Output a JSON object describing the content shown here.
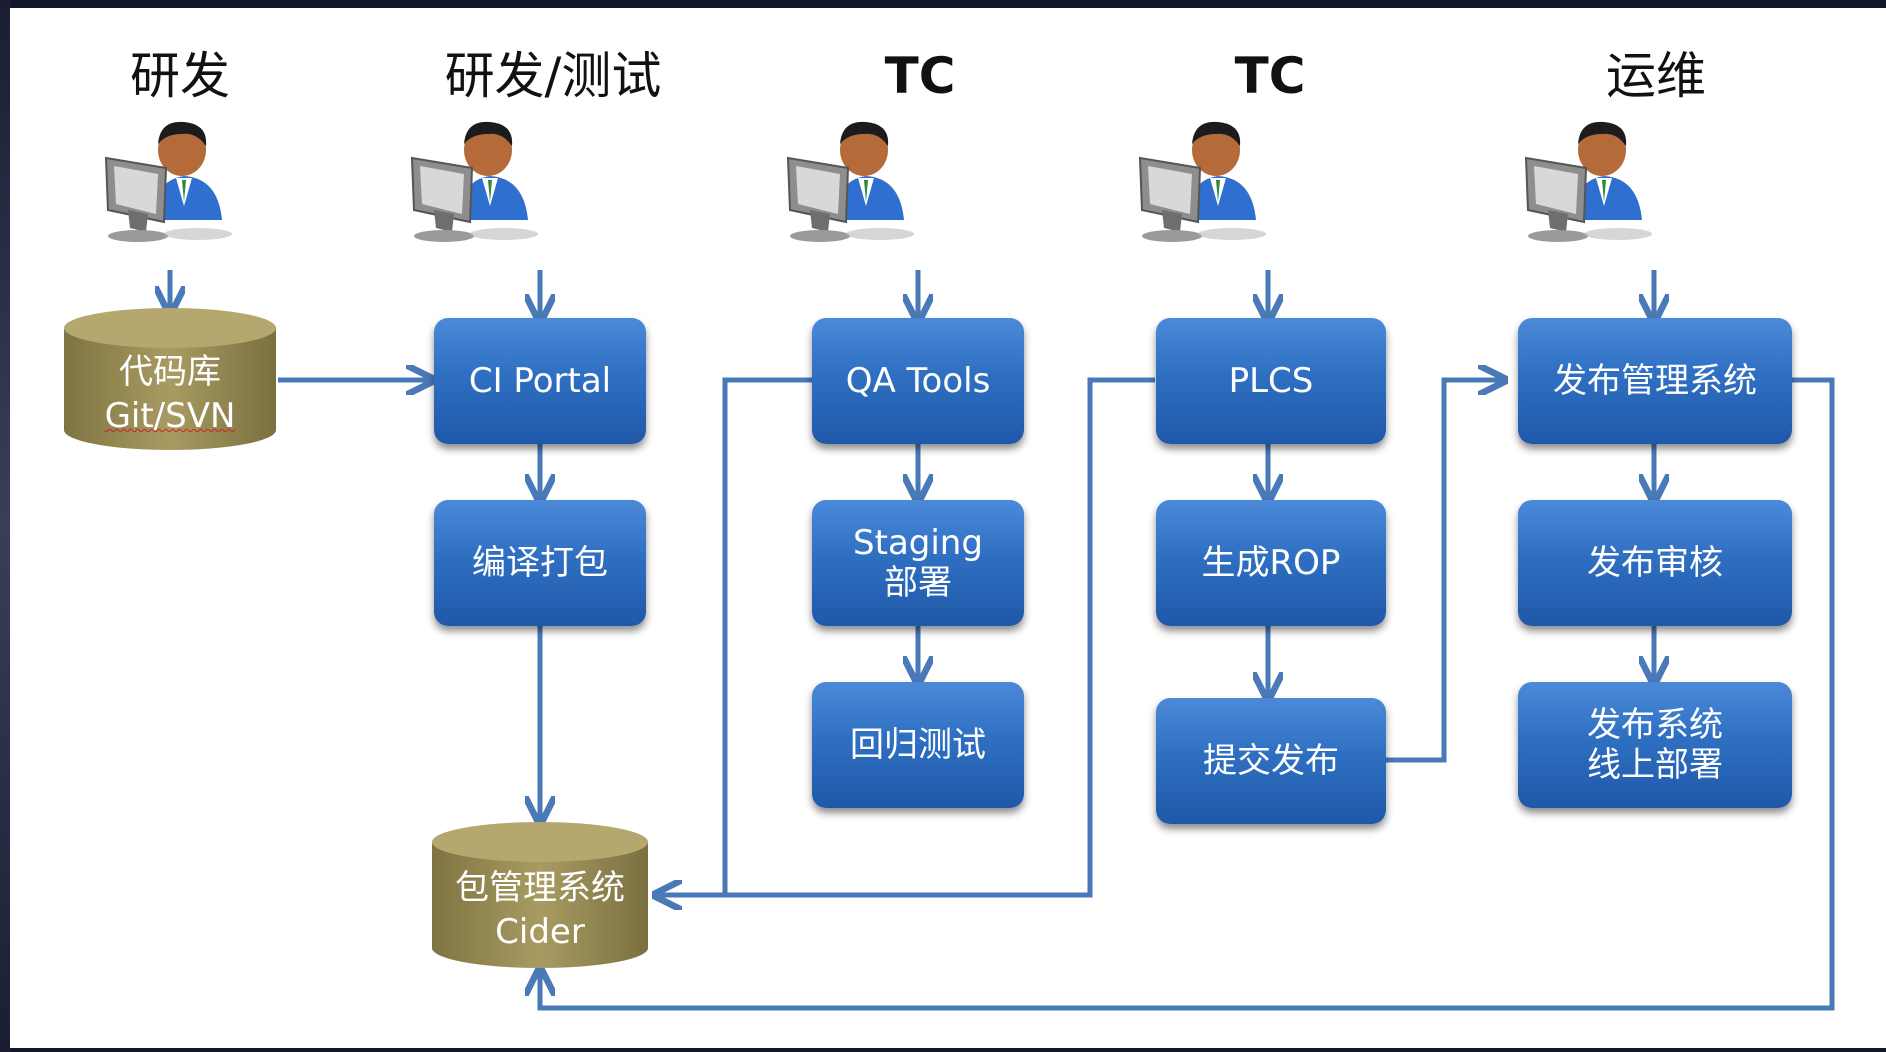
{
  "roles": {
    "dev": "研发",
    "devtest": "研发/测试",
    "tc1": "TC",
    "tc2": "TC",
    "ops": "运维"
  },
  "repo": {
    "line1": "代码库",
    "line2": "Git/SVN"
  },
  "pkg": {
    "line1": "包管理系统",
    "line2": "Cider"
  },
  "col_ci": {
    "portal": "CI Portal",
    "build": "编译打包"
  },
  "col_qa": {
    "tools": "QA Tools",
    "staging_1": "Staging",
    "staging_2": "部署",
    "regress": "回归测试"
  },
  "col_plcs": {
    "plcs": "PLCS",
    "rop": "生成ROP",
    "submit": "提交发布"
  },
  "col_ops": {
    "release_mgmt": "发布管理系统",
    "review": "发布审核",
    "online_1": "发布系统",
    "online_2": "线上部署"
  },
  "colors": {
    "box_blue": "#2f6fc2",
    "cylinder_olive": "#9a8d55",
    "arrow_blue": "#4a79b8"
  },
  "icons": {
    "person": "person-at-computer-icon"
  }
}
